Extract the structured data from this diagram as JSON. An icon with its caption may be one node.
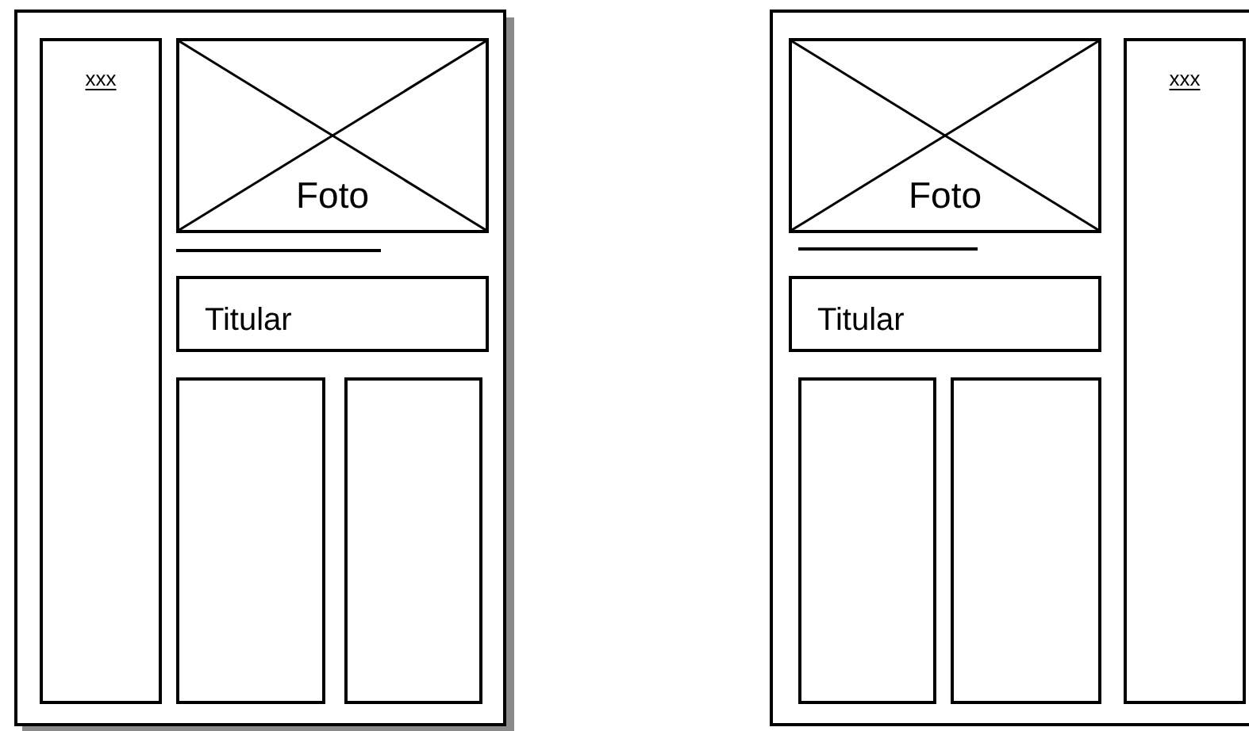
{
  "diagram": {
    "nodes": [
      {
        "text": [],
        "shape": "box"
      },
      {
        "text": [
          "xxx"
        ],
        "in": 0
      },
      {
        "text": [
          "Foto"
        ],
        "in": 0
      },
      {
        "text": [
          "Titular"
        ],
        "in": 0
      },
      {
        "text": [],
        "shape": "box",
        "in": 0
      },
      {
        "text": [],
        "shape": "box",
        "in": 0
      },
      {
        "text": [],
        "shape": "box"
      },
      {
        "text": [
          "Foto"
        ],
        "in": 6
      },
      {
        "text": [
          "xxx"
        ],
        "in": 6
      },
      {
        "text": [
          "Titular"
        ],
        "in": 6
      },
      {
        "text": [],
        "shape": "box",
        "in": 6
      },
      {
        "text": [],
        "shape": "box",
        "in": 6
      }
    ]
  }
}
